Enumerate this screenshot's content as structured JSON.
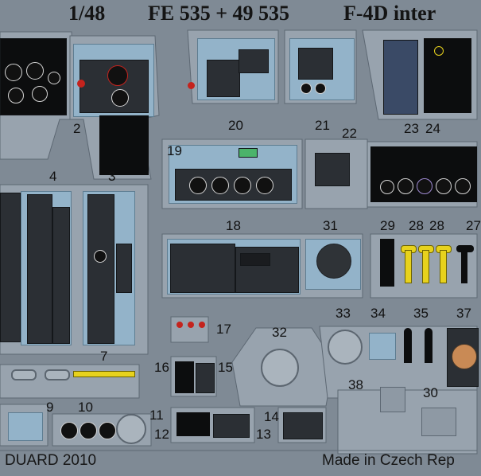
{
  "sheet": {
    "scale": "1/48",
    "product_code": "FE 535 + 49 535",
    "subject": "F-4D inter",
    "brand": "DUARD 2010",
    "origin": "Made in Czech Rep"
  },
  "part_numbers": [
    "2",
    "3",
    "4",
    "7",
    "9",
    "10",
    "11",
    "12",
    "13",
    "14",
    "15",
    "16",
    "17",
    "18",
    "19",
    "20",
    "21",
    "22",
    "23",
    "24",
    "27",
    "28",
    "28",
    "29",
    "30",
    "31",
    "32",
    "33",
    "34",
    "35",
    "37",
    "38"
  ],
  "colors": {
    "fret": "#98a3ae",
    "background": "#7f8a95",
    "panel_dark": "#2b2f34",
    "panel_blue": "#93b3c9",
    "accent_yellow": "#e7d21d",
    "accent_red": "#c4231d",
    "accent_orange": "#c98a55"
  }
}
